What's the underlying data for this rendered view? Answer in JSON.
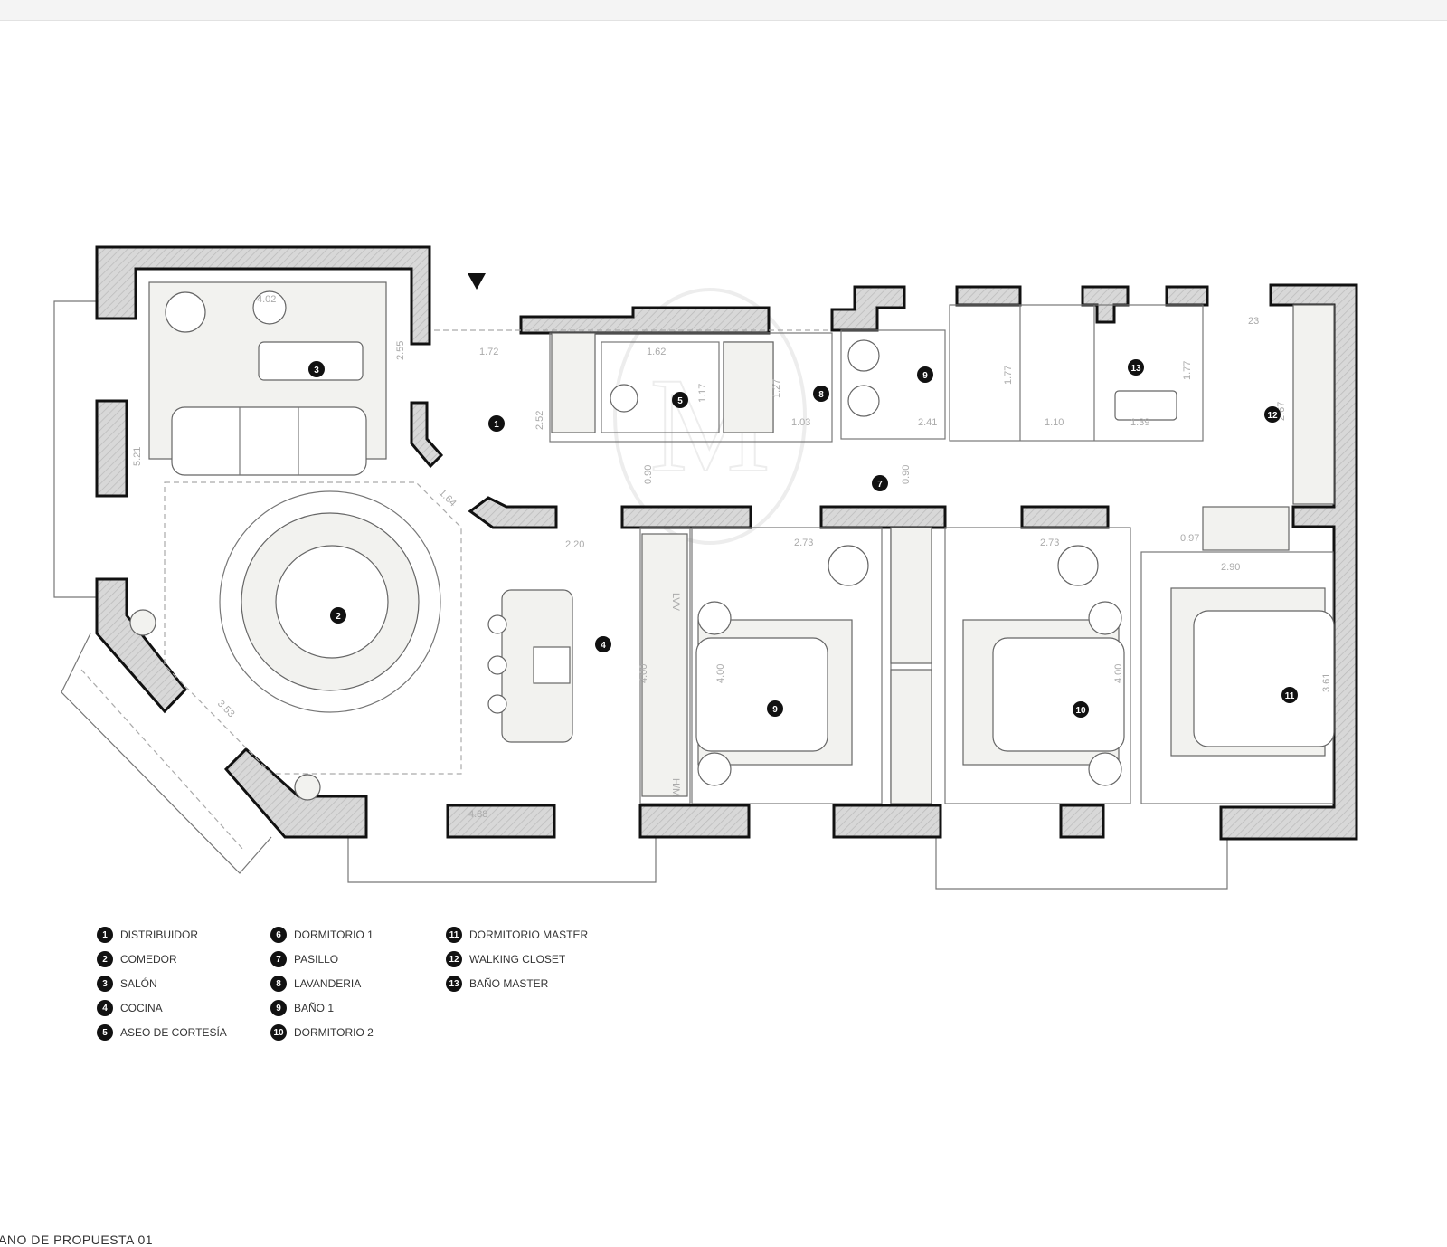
{
  "plan_title": "ANO DE PROPUESTA 01",
  "watermark_text": "MJ",
  "legend": [
    {
      "num": "1",
      "label": "DISTRIBUIDOR"
    },
    {
      "num": "2",
      "label": "COMEDOR"
    },
    {
      "num": "3",
      "label": "SALÓN"
    },
    {
      "num": "4",
      "label": "COCINA"
    },
    {
      "num": "5",
      "label": "ASEO DE CORTESÍA"
    },
    {
      "num": "6",
      "label": "DORMITORIO 1"
    },
    {
      "num": "7",
      "label": "PASILLO"
    },
    {
      "num": "8",
      "label": "LAVANDERIA"
    },
    {
      "num": "9",
      "label": "BAÑO 1"
    },
    {
      "num": "10",
      "label": "DORMITORIO 2"
    },
    {
      "num": "11",
      "label": "DORMITORIO MASTER"
    },
    {
      "num": "12",
      "label": "WALKING CLOSET"
    },
    {
      "num": "13",
      "label": "BAÑO MASTER"
    }
  ],
  "room_markers": {
    "salon": "3",
    "distribuidor": "1",
    "aseo": "5",
    "lavanderia": "8",
    "bano1": "9",
    "bano_master": "13",
    "walking": "12",
    "pasillo": "7",
    "comedor": "2",
    "cocina": "4",
    "dorm1": "9",
    "dorm2": "10",
    "master": "11"
  },
  "dimensions": {
    "d402": "4.02",
    "d255": "2.55",
    "d172": "1.72",
    "d252": "2.52",
    "d162": "1.62",
    "d117": "1.17",
    "d127": "1.27",
    "d103": "1.03",
    "d241": "2.41",
    "d177a": "1.77",
    "d110": "1.10",
    "d139": "1.39",
    "d177b": "1.77",
    "d023": "23",
    "d267": "2.67",
    "d521": "5.21",
    "d164": "1.64",
    "d090a": "0.90",
    "d090b": "0.90",
    "d220": "2.20",
    "d273a": "2.73",
    "d273b": "2.73",
    "d097": "0.97",
    "d290": "2.90",
    "d400a": "4.00",
    "d400b": "4.00",
    "d400c": "4.00",
    "d361": "3.61",
    "d353": "3.53",
    "d488": "4.88"
  },
  "kitchen_labels": {
    "sink": "LVV",
    "appliance": "H/M"
  }
}
